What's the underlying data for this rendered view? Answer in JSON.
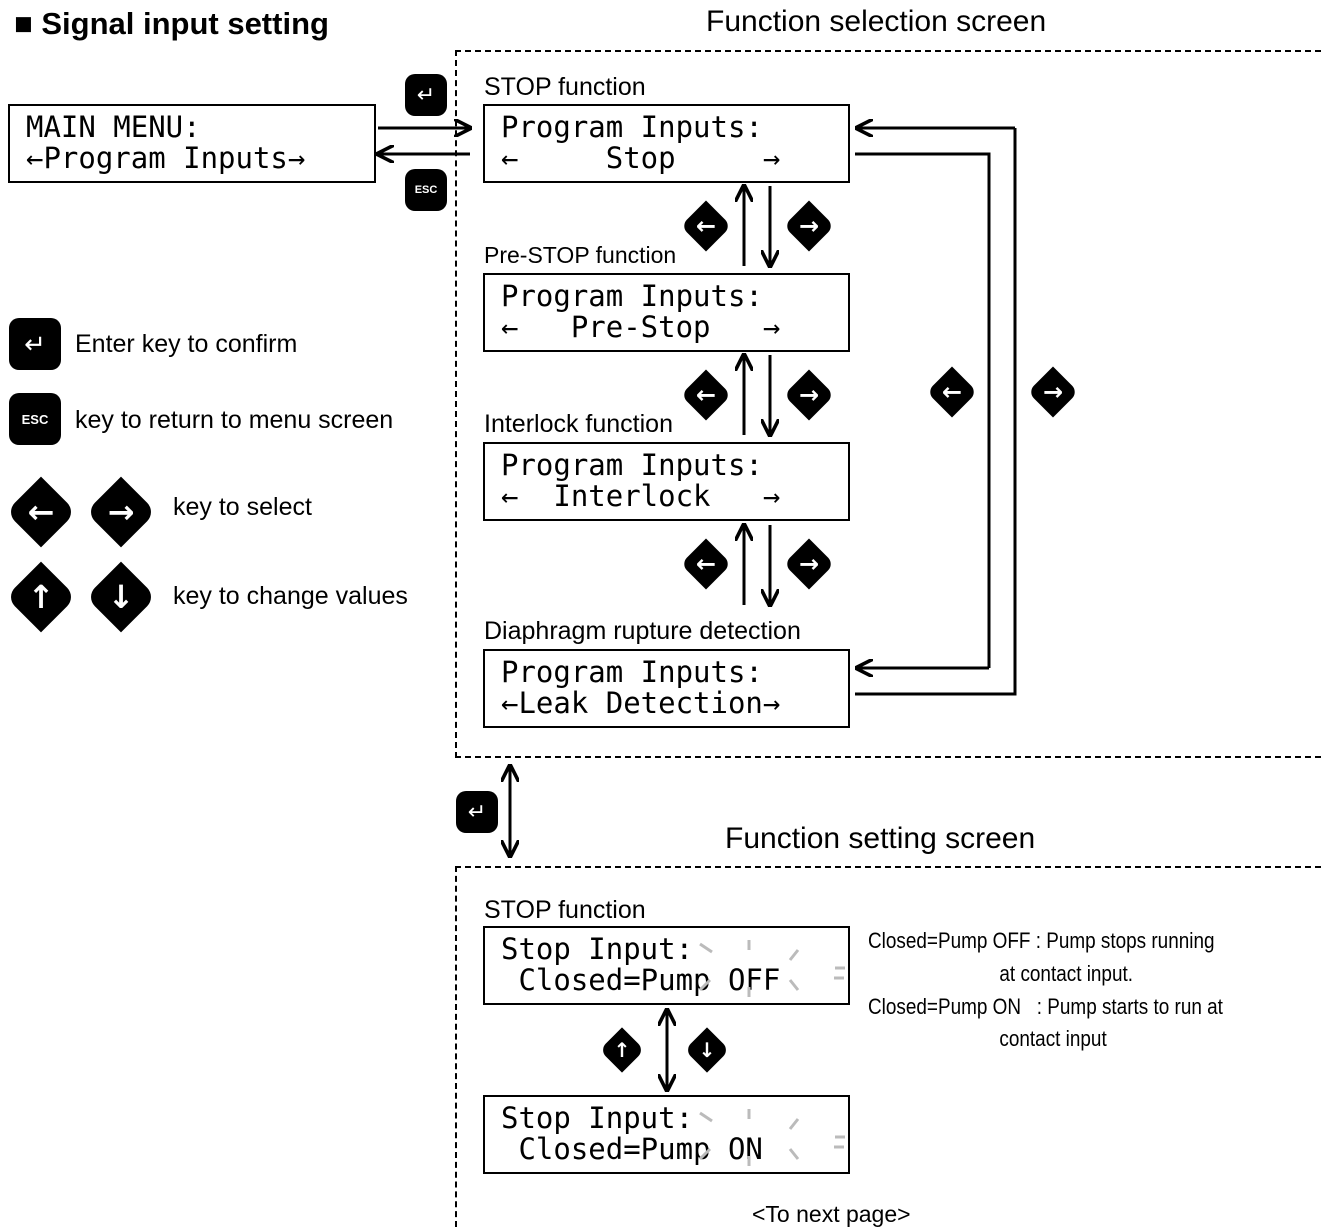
{
  "page": {
    "title": "■ Signal input setting"
  },
  "main_menu": {
    "line1": "MAIN MENU:",
    "line2": "←Program Inputs→"
  },
  "selection": {
    "header": "Function selection screen",
    "items": [
      {
        "caption": "STOP function",
        "line1": "Program Inputs:",
        "line2": "←     Stop     →"
      },
      {
        "caption": "Pre-STOP function",
        "line1": "Program Inputs:",
        "line2": "←   Pre-Stop   →"
      },
      {
        "caption": "Interlock function",
        "line1": "Program Inputs:",
        "line2": "←  Interlock   →"
      },
      {
        "caption": "Diaphragm rupture detection",
        "line1": "Program Inputs:",
        "line2": "←Leak Detection→"
      }
    ]
  },
  "setting": {
    "header": "Function setting screen",
    "caption": "STOP function",
    "lcd_off": {
      "line1": "Stop Input:",
      "line2": " Closed=Pump OFF"
    },
    "lcd_on": {
      "line1": "Stop Input:",
      "line2": " Closed=Pump ON"
    },
    "notes": [
      "Closed=Pump OFF : Pump stops running",
      "                         at contact input.",
      "Closed=Pump ON   : Pump starts to run at",
      "                         contact input"
    ]
  },
  "legend": {
    "enter": "Enter key to confirm",
    "esc": "key to return to menu screen",
    "select": "key to select",
    "change": "key to change values"
  },
  "keys": {
    "esc_label": "ESC",
    "enter_icon": "↵",
    "left_icon": "←",
    "right_icon": "→",
    "up_icon": "↑",
    "down_icon": "↓"
  },
  "footer": "<To next page>"
}
